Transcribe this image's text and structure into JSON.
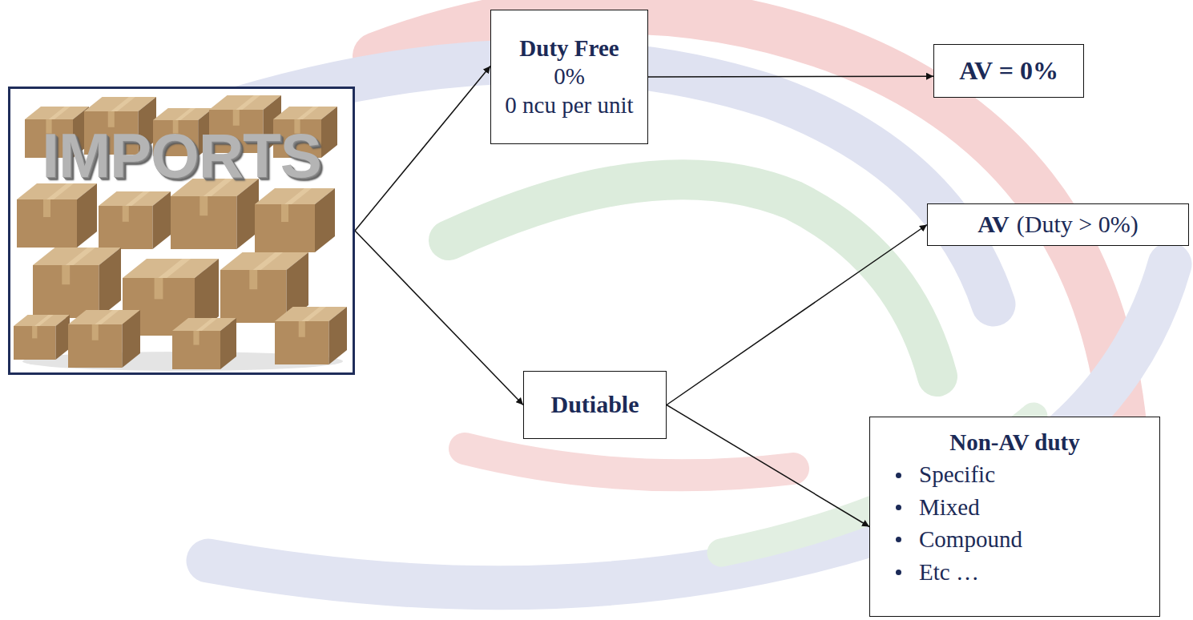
{
  "diagram": {
    "nodes": [
      {
        "text": [
          "IMPORTS"
        ]
      },
      {
        "text": [
          "Duty Free",
          "0%",
          "0 ncu per unit"
        ]
      },
      {
        "text": [
          "AV = 0%"
        ]
      },
      {
        "text": [
          "Dutiable"
        ]
      },
      {
        "text": [
          "AV",
          "(Duty > 0%)"
        ]
      },
      {
        "text": [
          "Non-AV duty",
          "Specific",
          "Mixed",
          "Compound",
          "Etc …"
        ]
      }
    ],
    "edges": [
      {
        "from": 0,
        "to": 1,
        "arrow": "to"
      },
      {
        "from": 1,
        "to": 2,
        "arrow": "to"
      },
      {
        "from": 0,
        "to": 3,
        "arrow": "to"
      },
      {
        "from": 3,
        "to": 4,
        "arrow": "to"
      },
      {
        "from": 3,
        "to": 5,
        "arrow": "to"
      }
    ]
  }
}
